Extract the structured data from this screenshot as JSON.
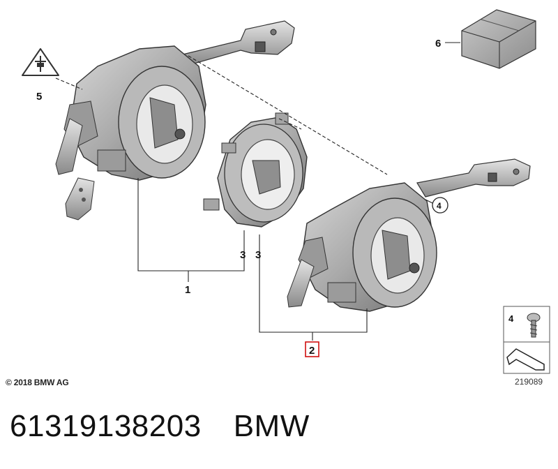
{
  "diagram": {
    "callouts": [
      {
        "id": "c1",
        "text": "1"
      },
      {
        "id": "c2",
        "text": "2",
        "highlighted": true
      },
      {
        "id": "c3a",
        "text": "3"
      },
      {
        "id": "c3b",
        "text": "3"
      },
      {
        "id": "c4",
        "text": "4"
      },
      {
        "id": "c5",
        "text": "5"
      },
      {
        "id": "c6",
        "text": "6"
      }
    ],
    "legend": {
      "item_number": "4",
      "item_icon": "torx-screw-icon",
      "image_number": "219089"
    },
    "copyright": "© 2018 BMW AG",
    "highlight_color": "#d01010"
  },
  "footer": {
    "part_number": "61319138203",
    "brand": "BMW"
  }
}
